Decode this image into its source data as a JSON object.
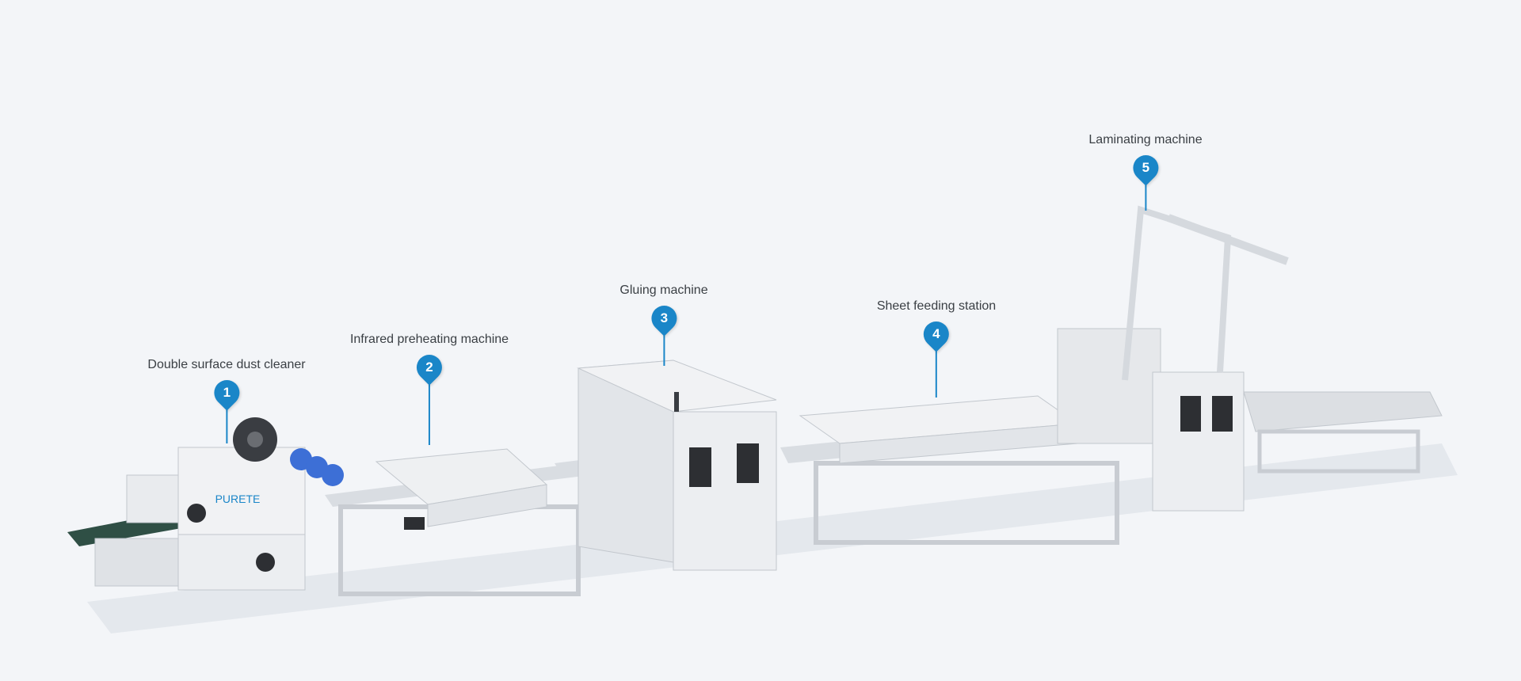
{
  "colors": {
    "accent": "#1a86c8",
    "machine_body": "#e9ebee",
    "machine_shadow": "#c9ced4",
    "belt": "#2f4f45",
    "roller_blue": "#3d6fd6",
    "label_text": "#3a3f44"
  },
  "brand_plate": "PURETE",
  "stations": [
    {
      "number": "1",
      "label": "Double surface dust cleaner"
    },
    {
      "number": "2",
      "label": "Infrared preheating machine"
    },
    {
      "number": "3",
      "label": "Gluing machine"
    },
    {
      "number": "4",
      "label": "Sheet feeding station"
    },
    {
      "number": "5",
      "label": "Laminating machine"
    }
  ]
}
